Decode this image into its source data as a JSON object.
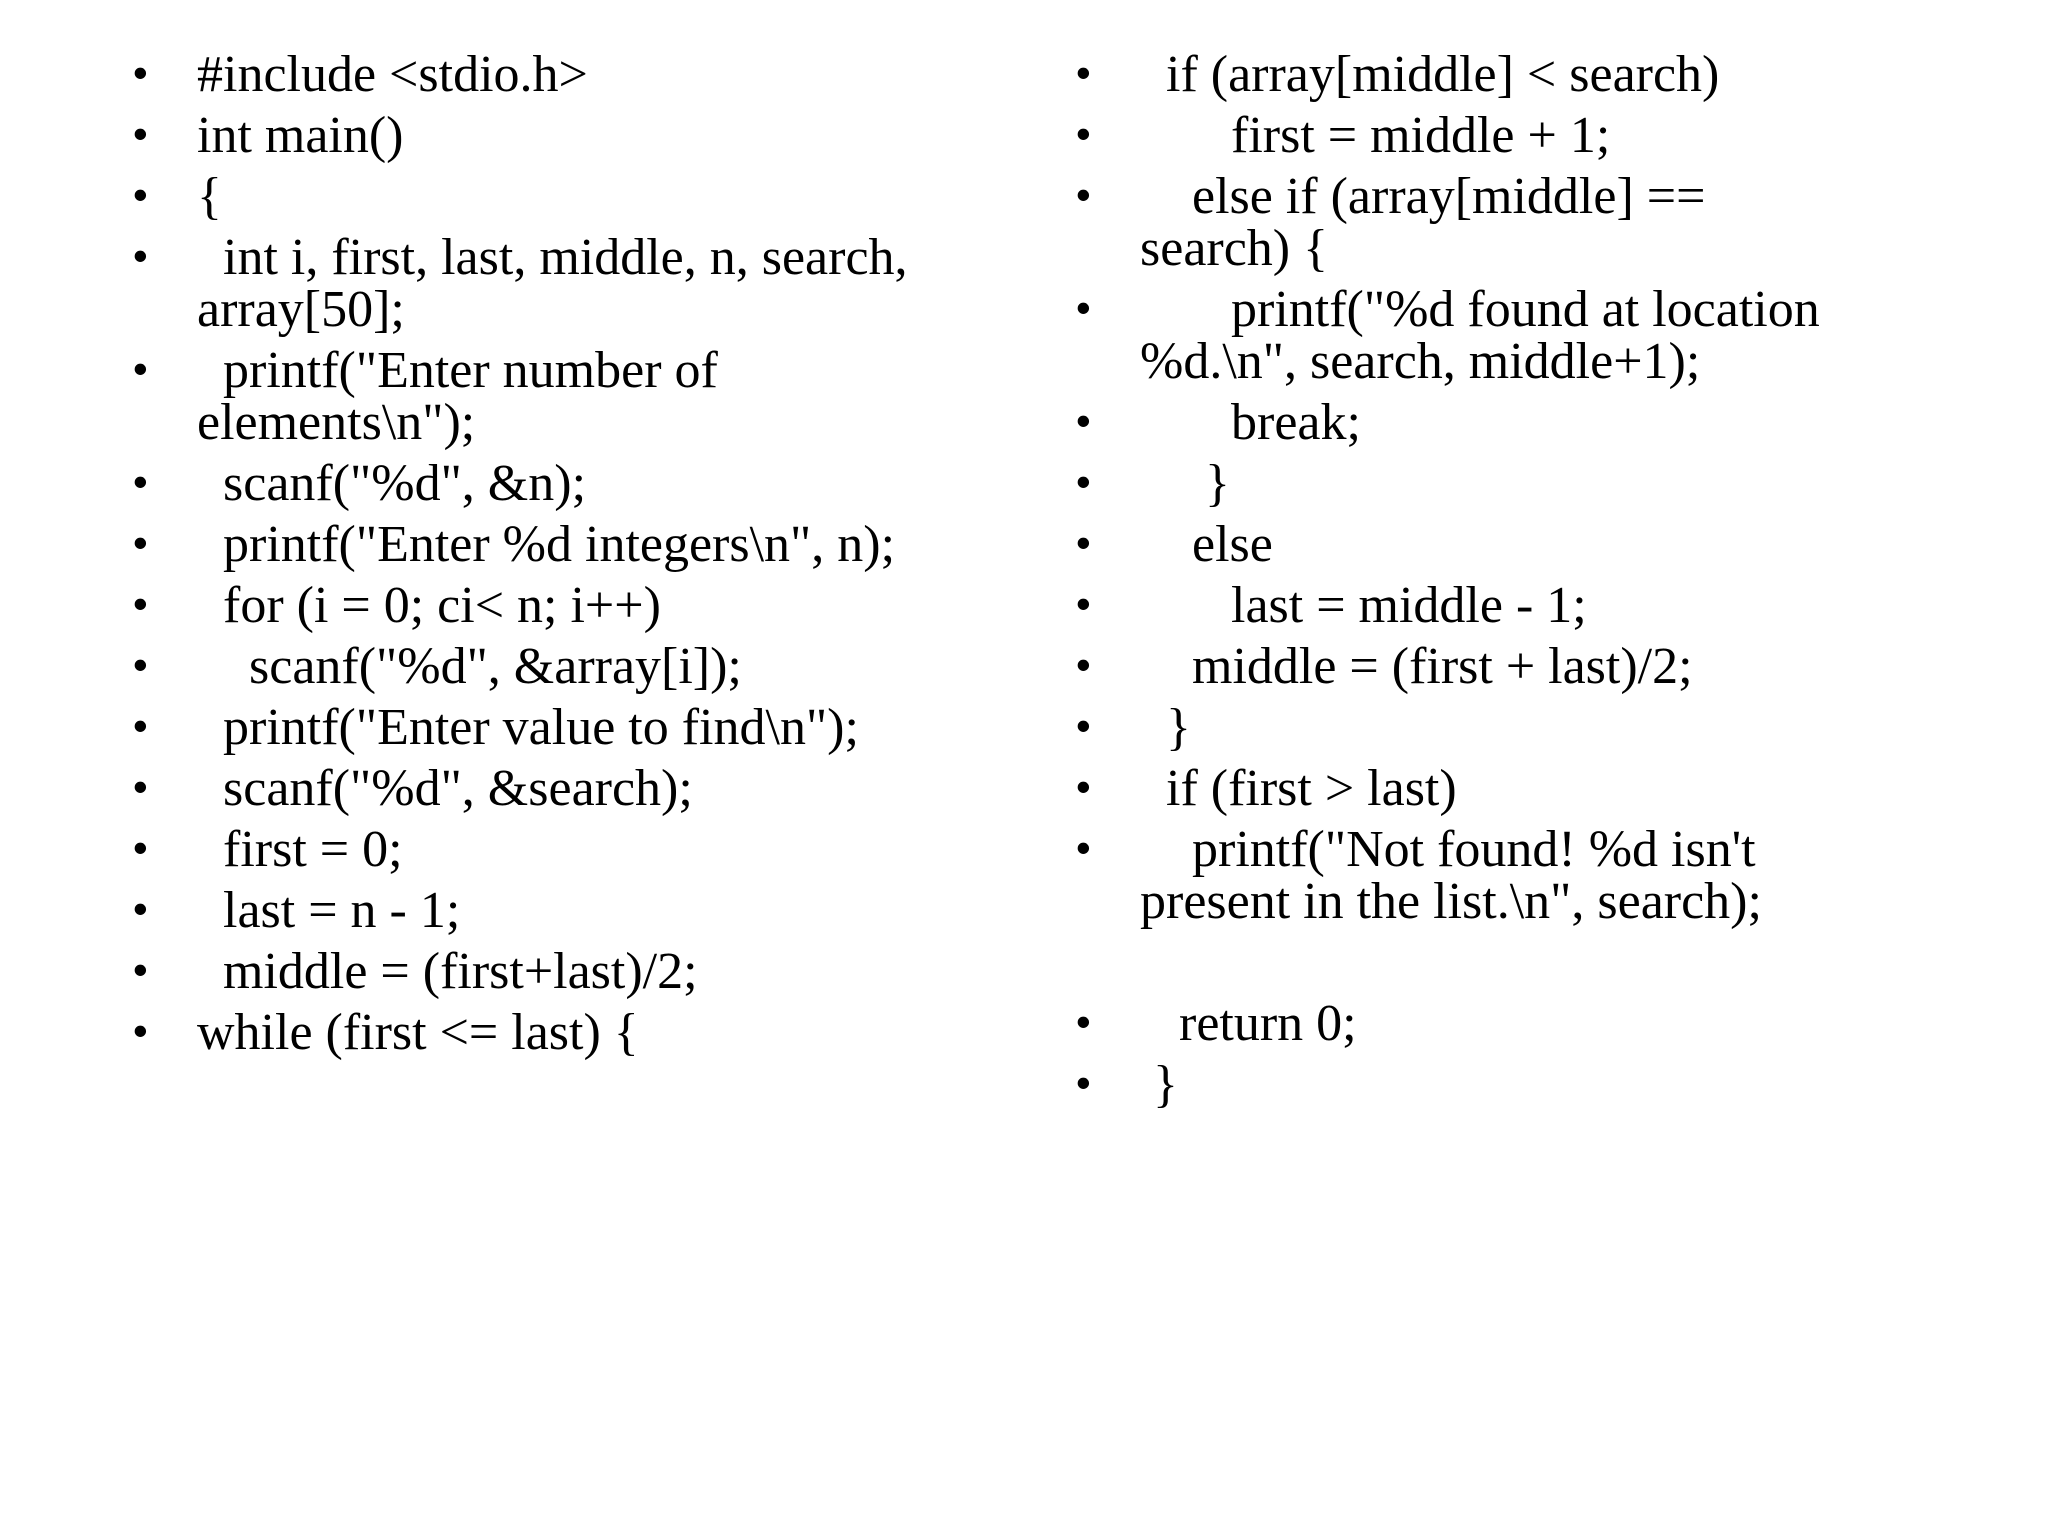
{
  "slide": {
    "background_color": "#ffffff",
    "text_color": "#000000",
    "bullet_glyph": "•",
    "left_column_items": [
      "#include <stdio.h>",
      "int main()",
      "{",
      "  int i, first, last, middle, n, search, array[50];",
      "  printf(\"Enter number of elements\\n\");",
      "  scanf(\"%d\", &n);",
      "  printf(\"Enter %d integers\\n\", n);",
      "  for (i = 0; ci< n; i++)",
      "    scanf(\"%d\", &array[i]);",
      "  printf(\"Enter value to find\\n\");",
      "  scanf(\"%d\", &search);",
      "  first = 0;",
      "  last = n - 1;",
      "  middle = (first+last)/2;",
      "while (first <= last) {"
    ],
    "right_column_items": [
      "  if (array[middle] < search)",
      "       first = middle + 1;",
      "    else if (array[middle] == search) {",
      "       printf(\"%d found at location %d.\\n\", search, middle+1);",
      "       break;",
      "     }",
      "    else",
      "       last = middle - 1;",
      "    middle = (first + last)/2;",
      "  }",
      "  if (first > last)",
      "    printf(\"Not found! %d isn't present in the list.\\n\", search);",
      "   return 0;",
      " }"
    ]
  }
}
